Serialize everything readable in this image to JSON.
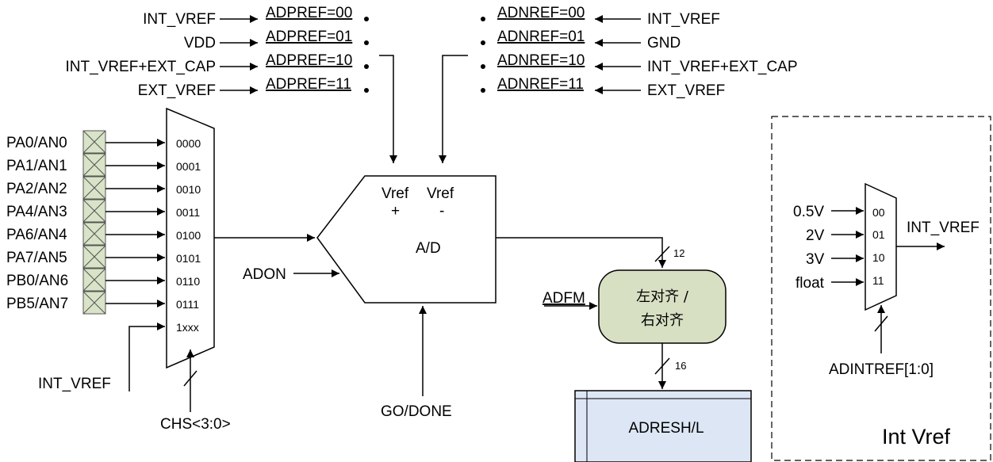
{
  "adpref": {
    "sources": [
      "INT_VREF",
      "VDD",
      "INT_VREF+EXT_CAP",
      "EXT_VREF"
    ],
    "labels": [
      "ADPREF=00",
      "ADPREF=01",
      "ADPREF=10",
      "ADPREF=11"
    ]
  },
  "adnref": {
    "labels": [
      "ADNREF=00",
      "ADNREF=01",
      "ADNREF=10",
      "ADNREF=11"
    ],
    "sources": [
      "INT_VREF",
      "GND",
      "INT_VREF+EXT_CAP",
      "EXT_VREF"
    ]
  },
  "mux": {
    "pins": [
      "PA0/AN0",
      "PA1/AN1",
      "PA2/AN2",
      "PA4/AN3",
      "PA6/AN4",
      "PA7/AN5",
      "PB0/AN6",
      "PB5/AN7"
    ],
    "codes": [
      "0000",
      "0001",
      "0010",
      "0011",
      "0100",
      "0101",
      "0110",
      "0111",
      "1xxx"
    ],
    "int_vref": "INT_VREF",
    "select": "CHS<3:0>"
  },
  "adc": {
    "vref_plus": [
      "Vref",
      "+"
    ],
    "vref_minus": [
      "Vref",
      "-"
    ],
    "label": "A/D",
    "adon": "ADON",
    "go_done": "GO/DONE",
    "bits_out": "12"
  },
  "align": {
    "adfm": "ADFM",
    "line1": "左对齐 /",
    "line2": "右对齐",
    "bits_out": "16"
  },
  "result": {
    "label": "ADRESH/L"
  },
  "int_vref_block": {
    "title": "Int Vref",
    "inputs": [
      "0.5V",
      "2V",
      "3V",
      "float"
    ],
    "codes": [
      "00",
      "01",
      "10",
      "11"
    ],
    "output": "INT_VREF",
    "select": "ADINTREF[1:0]"
  },
  "colors": {
    "pin_box": "#d9e3c7",
    "align_box": "#d8e0c4",
    "result_box": "#dde6f5"
  }
}
